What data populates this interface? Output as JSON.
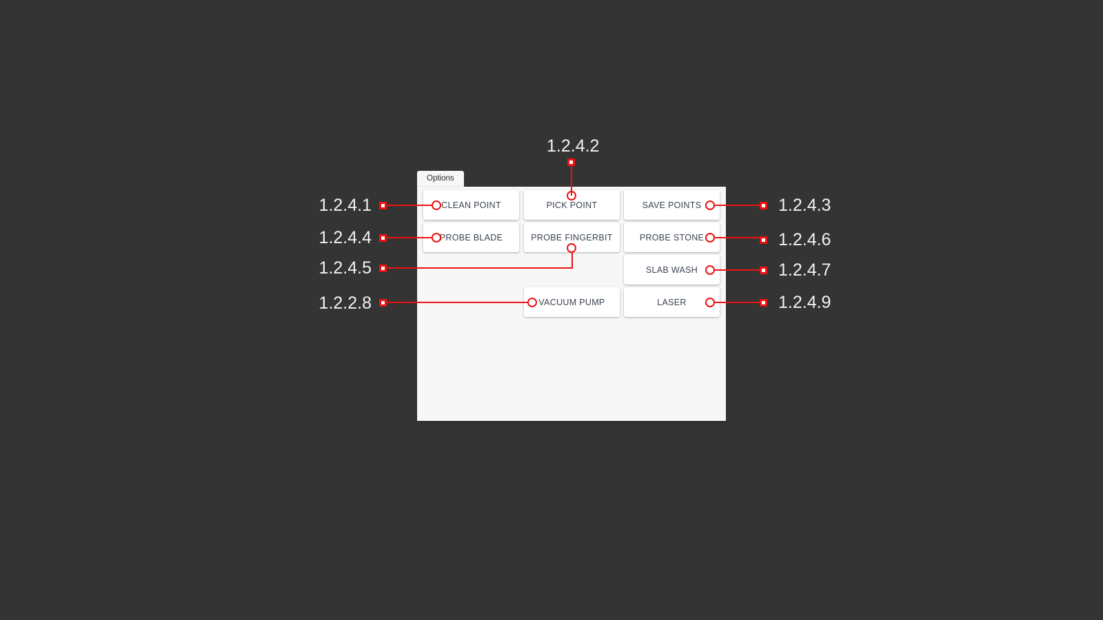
{
  "theme": {
    "background": "#343434",
    "panel_bg": "#f7f7f7",
    "button_bg": "#ffffff",
    "button_text": "#3b4351",
    "annotation_color": "#ee1111",
    "label_color": "#f2f2f2"
  },
  "panel": {
    "tab_label": "Options"
  },
  "buttons": [
    {
      "id": "clean-point",
      "label": "CLEAN POINT"
    },
    {
      "id": "pick-point",
      "label": "PICK POINT"
    },
    {
      "id": "save-points",
      "label": "SAVE POINTS"
    },
    {
      "id": "probe-blade",
      "label": "PROBE BLADE"
    },
    {
      "id": "probe-fingerbit",
      "label": "PROBE FINGERBIT"
    },
    {
      "id": "probe-stone",
      "label": "PROBE STONE"
    },
    {
      "id": "slab-wash",
      "label": "SLAB WASH"
    },
    {
      "id": "vacuum-pump",
      "label": "VACUUM PUMP"
    },
    {
      "id": "laser",
      "label": "LASER"
    }
  ],
  "annotations": [
    {
      "id": "a1",
      "label": "1.2.4.1",
      "target": "clean-point",
      "side": "left"
    },
    {
      "id": "a2",
      "label": "1.2.4.2",
      "target": "pick-point",
      "side": "top"
    },
    {
      "id": "a3",
      "label": "1.2.4.3",
      "target": "save-points",
      "side": "right"
    },
    {
      "id": "a4",
      "label": "1.2.4.4",
      "target": "probe-blade",
      "side": "left"
    },
    {
      "id": "a5",
      "label": "1.2.4.5",
      "target": "probe-fingerbit",
      "side": "left"
    },
    {
      "id": "a6",
      "label": "1.2.4.6",
      "target": "probe-stone",
      "side": "right"
    },
    {
      "id": "a7",
      "label": "1.2.4.7",
      "target": "slab-wash",
      "side": "right"
    },
    {
      "id": "a8",
      "label": "1.2.2.8",
      "target": "vacuum-pump",
      "side": "left"
    },
    {
      "id": "a9",
      "label": "1.2.4.9",
      "target": "laser",
      "side": "right"
    }
  ]
}
